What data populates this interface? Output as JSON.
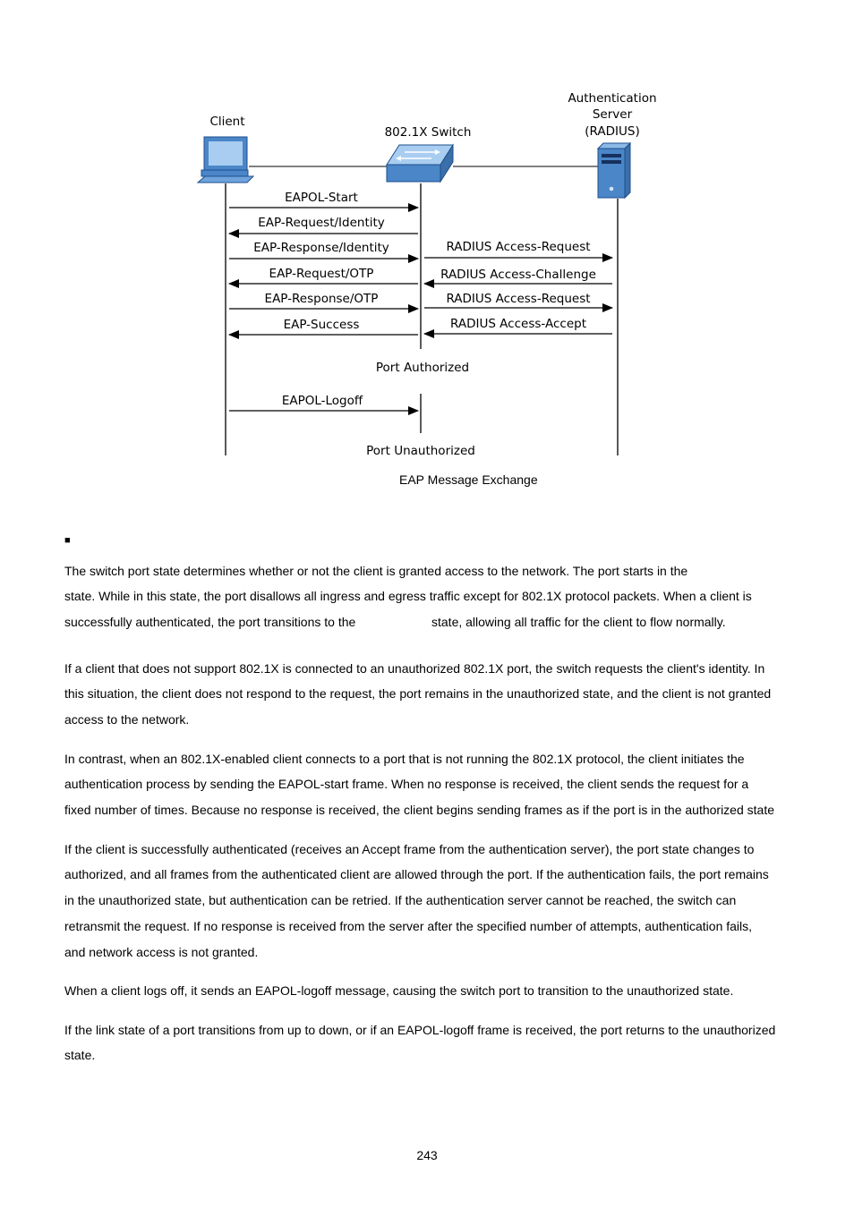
{
  "diagram": {
    "client_label": "Client",
    "switch_label": "802.1X Switch",
    "server_label_1": "Authentication",
    "server_label_2": "Server",
    "server_label_3": "(RADIUS)",
    "msg_eapol_start": "EAPOL-Start",
    "msg_eap_req_identity": "EAP-Request/Identity",
    "msg_eap_resp_identity": "EAP-Response/Identity",
    "msg_eap_req_otp": "EAP-Request/OTP",
    "msg_eap_resp_otp": "EAP-Response/OTP",
    "msg_eap_success": "EAP-Success",
    "msg_radius_req_1": "RADIUS Access-Request",
    "msg_radius_challenge": "RADIUS Access-Challenge",
    "msg_radius_req_2": "RADIUS Access-Request",
    "msg_radius_accept": "RADIUS Access-Accept",
    "port_authorized": "Port Authorized",
    "msg_eapol_logoff": "EAPOL-Logoff",
    "port_unauthorized": "Port Unauthorized",
    "colors": {
      "device_blue": "#4a86c8",
      "device_light": "#a9cdf0",
      "server_dark": "#15315c"
    }
  },
  "caption": "EAP Message Exchange",
  "bullet": "■",
  "body": {
    "p1_l1": "The switch port state determines whether or not the client is granted access to the network. The port starts in the",
    "p1_l2": "state. While in this state, the port disallows all ingress and egress traffic except for 802.1X protocol packets. When a client is",
    "p1_l3a": "successfully authenticated, the port transitions to the",
    "p1_l3b": "state, allowing all traffic for the client to flow normally.",
    "p2_l1": "If a client that does not support 802.1X is connected to an unauthorized 802.1X port, the switch requests the client's identity. In",
    "p2_l2": "this situation, the client does not respond to the request, the port remains in the unauthorized state, and the client is not granted",
    "p2_l3": "access to the network.",
    "p3_l1": "In contrast, when an 802.1X-enabled client connects to a port that is not running the 802.1X protocol, the client initiates the",
    "p3_l2": "authentication process by sending the EAPOL-start frame. When no response is received, the client sends the request for a",
    "p3_l3": "fixed number of times. Because no response is received, the client begins sending frames as if the port is in the authorized state",
    "p4_l1": "If the client is successfully authenticated (receives an Accept frame from the authentication server), the port state changes to",
    "p4_l2": "authorized, and all frames from the authenticated client are allowed through the port. If the authentication fails, the port remains",
    "p4_l3": "in the unauthorized state, but authentication can be retried. If the authentication server cannot be reached, the switch can",
    "p4_l4": "retransmit the request. If no response is received from the server after the specified number of attempts, authentication fails,",
    "p4_l5": "and network access is not granted.",
    "p5_l1": "When a client logs off, it sends an EAPOL-logoff message, causing the switch port to transition to the unauthorized state.",
    "p6_l1": "If the link state of a port transitions from up to down, or if an EAPOL-logoff frame is received, the port returns to the unauthorized",
    "p6_l2": "state."
  },
  "page_number": "243"
}
